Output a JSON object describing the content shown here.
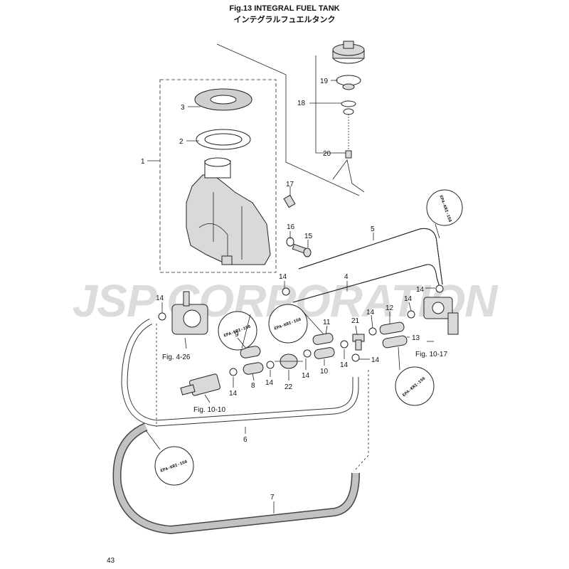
{
  "title": {
    "line1": "Fig.13  INTEGRAL FUEL TANK",
    "line2": "インテグラルフュエルタンク"
  },
  "watermark": "JSP CORPORATION",
  "page_number": "43",
  "part_labels": {
    "p1": "1",
    "p2": "2",
    "p3": "3",
    "p4": "4",
    "p5": "5",
    "p6": "6",
    "p7": "7",
    "p8": "8",
    "p9": "9",
    "p10": "10",
    "p11": "11",
    "p12": "12",
    "p13": "13",
    "p14": "14",
    "p15": "15",
    "p16": "16",
    "p17": "17",
    "p18": "18",
    "p19": "19",
    "p20": "20",
    "p21": "21",
    "p22": "22"
  },
  "figure_refs": {
    "fig_4_26": "Fig. 4-26",
    "fig_10_10": "Fig. 10-10",
    "fig_10_17": "Fig. 10-17"
  },
  "epa_tag": "EPA-KRI-156",
  "colors": {
    "line": "#222222",
    "watermark": "#dcdcdc",
    "part_fill": "#d9d9d9"
  }
}
